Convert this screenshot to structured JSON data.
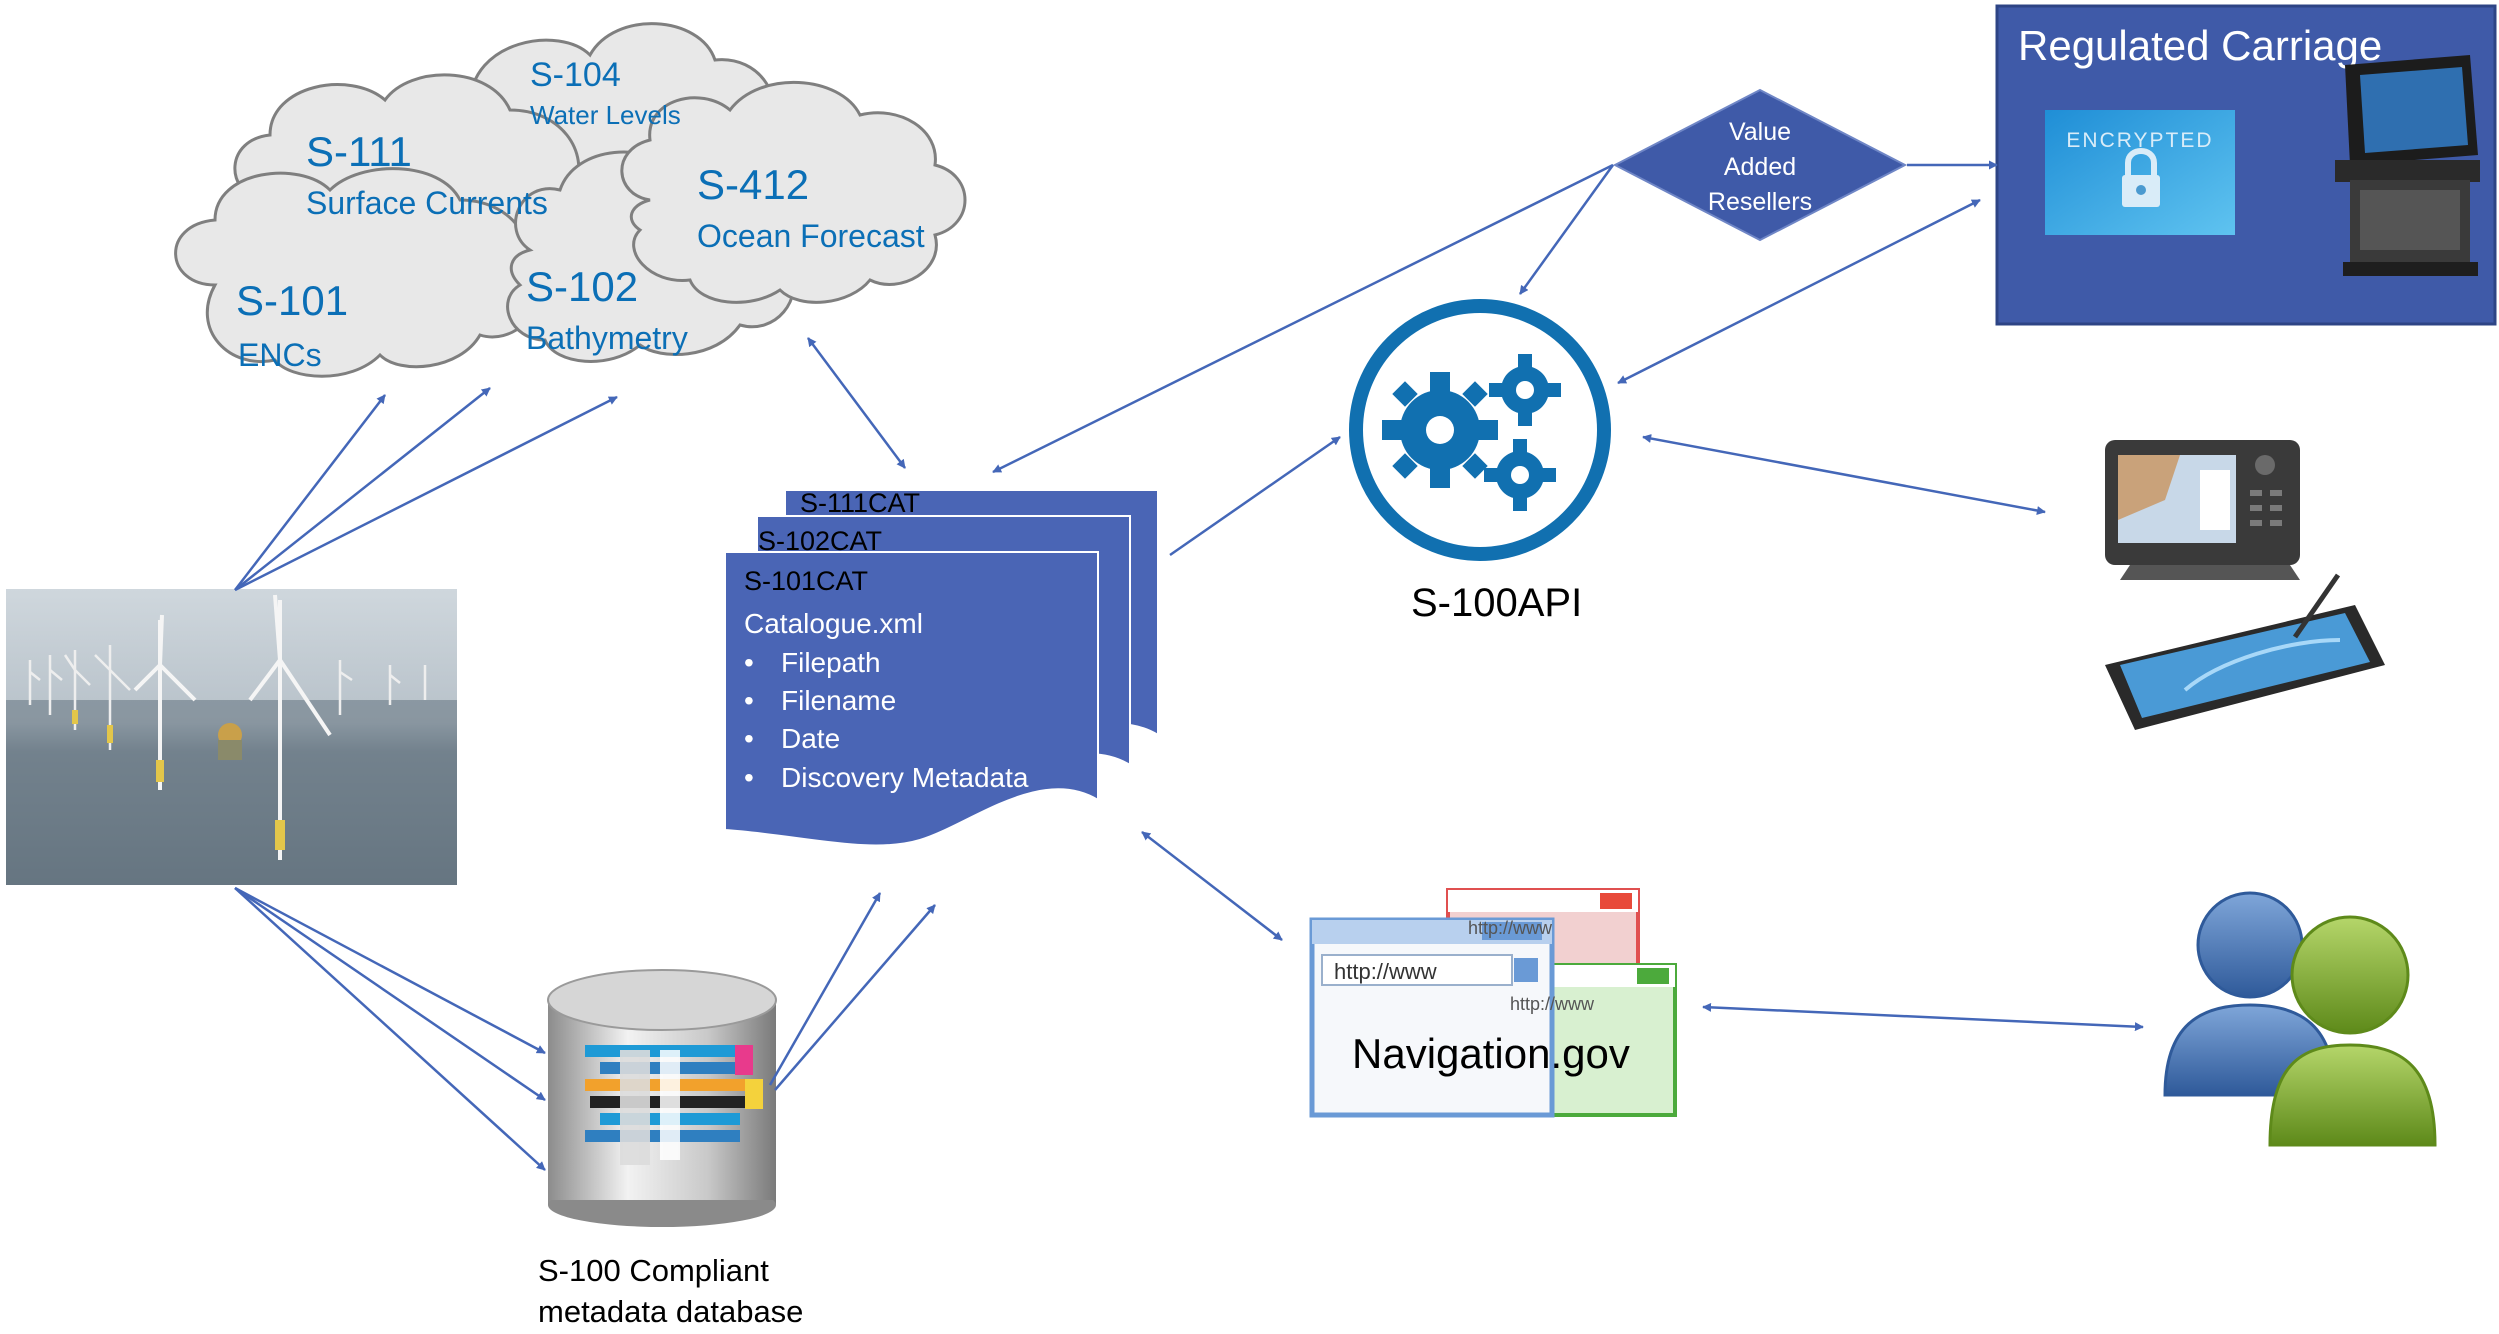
{
  "colors": {
    "blue_text": "#0b6fb6",
    "doc_fill": "#4a65b5",
    "box_fill": "#3f5aa8",
    "arrow": "#4467b8",
    "cloud_fill": "#e8e8e8",
    "cloud_stroke": "#7f7f7f",
    "gear_blue": "#1170b0"
  },
  "clouds": {
    "s104": {
      "code": "S-104",
      "name": "Water Levels"
    },
    "s111": {
      "code": "S-111",
      "name": "Surface Currents"
    },
    "s412": {
      "code": "S-412",
      "name": "Ocean Forecast"
    },
    "s101": {
      "code": "S-101",
      "name": "ENCs"
    },
    "s102": {
      "code": "S-102",
      "name": "Bathymetry"
    }
  },
  "catalogue": {
    "pages": [
      "S-111CAT",
      "S-102CAT",
      "S-101CAT"
    ],
    "title": "Catalogue.xml",
    "items": [
      "Filepath",
      "Filename",
      "Date",
      "Discovery Metadata"
    ],
    "bullet": "•"
  },
  "diamond": {
    "lines": [
      "Value",
      "Added",
      "Resellers"
    ]
  },
  "regulated": {
    "title": "Regulated Carriage",
    "encrypted": "ENCRYPTED"
  },
  "api": {
    "label": "S-100API",
    "icon": "gears-icon"
  },
  "database": {
    "lines": [
      "S-100 Compliant",
      "metadata database"
    ]
  },
  "web": {
    "label": "Navigation.gov",
    "url": "http://www"
  },
  "icons": [
    "wind-farm-photo",
    "database-icon",
    "lock-icon",
    "ecdis-console-icon",
    "chart-plotter-icon",
    "tablet-icon",
    "browser-windows-icon",
    "users-icon"
  ]
}
